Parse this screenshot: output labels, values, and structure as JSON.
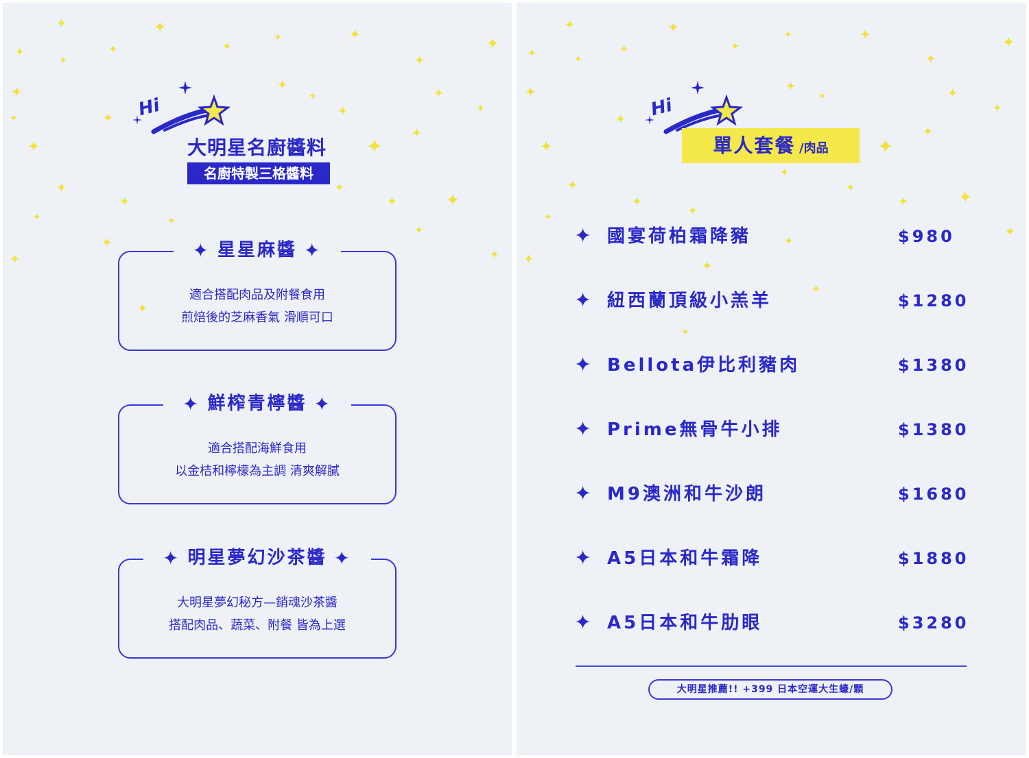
{
  "left_panel": {
    "logo_text": "Hi",
    "title": "大明星名廚醬料",
    "subtitle": "名廚特製三格醬料",
    "sauces": [
      {
        "name": "星星麻醬",
        "desc": [
          "適合搭配肉品及附餐食用",
          "煎焙後的芝麻香氣 滑順可口"
        ]
      },
      {
        "name": "鮮榨青檸醬",
        "desc": [
          "適合搭配海鮮食用",
          "以金桔和檸檬為主調 清爽解膩"
        ]
      },
      {
        "name": "明星夢幻沙茶醬",
        "desc": [
          "大明星夢幻秘方—銷魂沙茶醬",
          "搭配肉品、蔬菜、附餐 皆為上選"
        ]
      }
    ]
  },
  "right_panel": {
    "logo_text": "Hi",
    "title": "單人套餐",
    "title_suffix": "/肉品",
    "items": [
      {
        "name": "國宴荷柏霜降豬",
        "price": "$980"
      },
      {
        "name": "紐西蘭頂級小羔羊",
        "price": "$1280"
      },
      {
        "name": "Bellota伊比利豬肉",
        "price": "$1380"
      },
      {
        "name": "Prime無骨牛小排",
        "price": "$1380"
      },
      {
        "name": "M9澳洲和牛沙朗",
        "price": "$1680"
      },
      {
        "name": "A5日本和牛霜降",
        "price": "$1880"
      },
      {
        "name": "A5日本和牛肋眼",
        "price": "$3280"
      }
    ],
    "footer": "大明星推薦!! +399 日本空運大生蠔/顆"
  },
  "colors": {
    "brand_blue": "#2a28c8",
    "star_yellow": "#f4e13a",
    "badge_yellow": "#f5e84a",
    "background": "#eef1f6"
  },
  "icons": {
    "menu_marker": "four-point-star-icon",
    "logo": "shooting-star-icon"
  }
}
